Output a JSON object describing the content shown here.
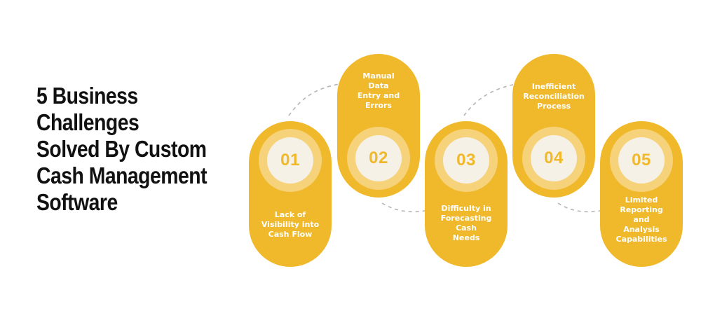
{
  "title_lines": [
    "5 Business",
    "Challenges",
    "Solved By Custom",
    "Cash Management",
    "Software"
  ],
  "colors": {
    "pill": "#f0b92b",
    "ring": "#f6d27a",
    "disc": "#f5f1e6",
    "number": "#f0b92b",
    "label": "#ffffff",
    "connector": "#b5b5b5"
  },
  "steps": [
    {
      "number": "01",
      "label_lines": [
        "Lack of",
        "Visibility into",
        "Cash Flow"
      ]
    },
    {
      "number": "02",
      "label_lines": [
        "Manual",
        "Data",
        "Entry and",
        "Errors"
      ]
    },
    {
      "number": "03",
      "label_lines": [
        "Difficulty in",
        "Forecasting",
        "Cash",
        "Needs"
      ]
    },
    {
      "number": "04",
      "label_lines": [
        "Inefficient",
        "Reconciliation",
        "Process"
      ]
    },
    {
      "number": "05",
      "label_lines": [
        "Limited",
        "Reporting",
        "and",
        "Analysis",
        "Capabilities"
      ]
    }
  ]
}
